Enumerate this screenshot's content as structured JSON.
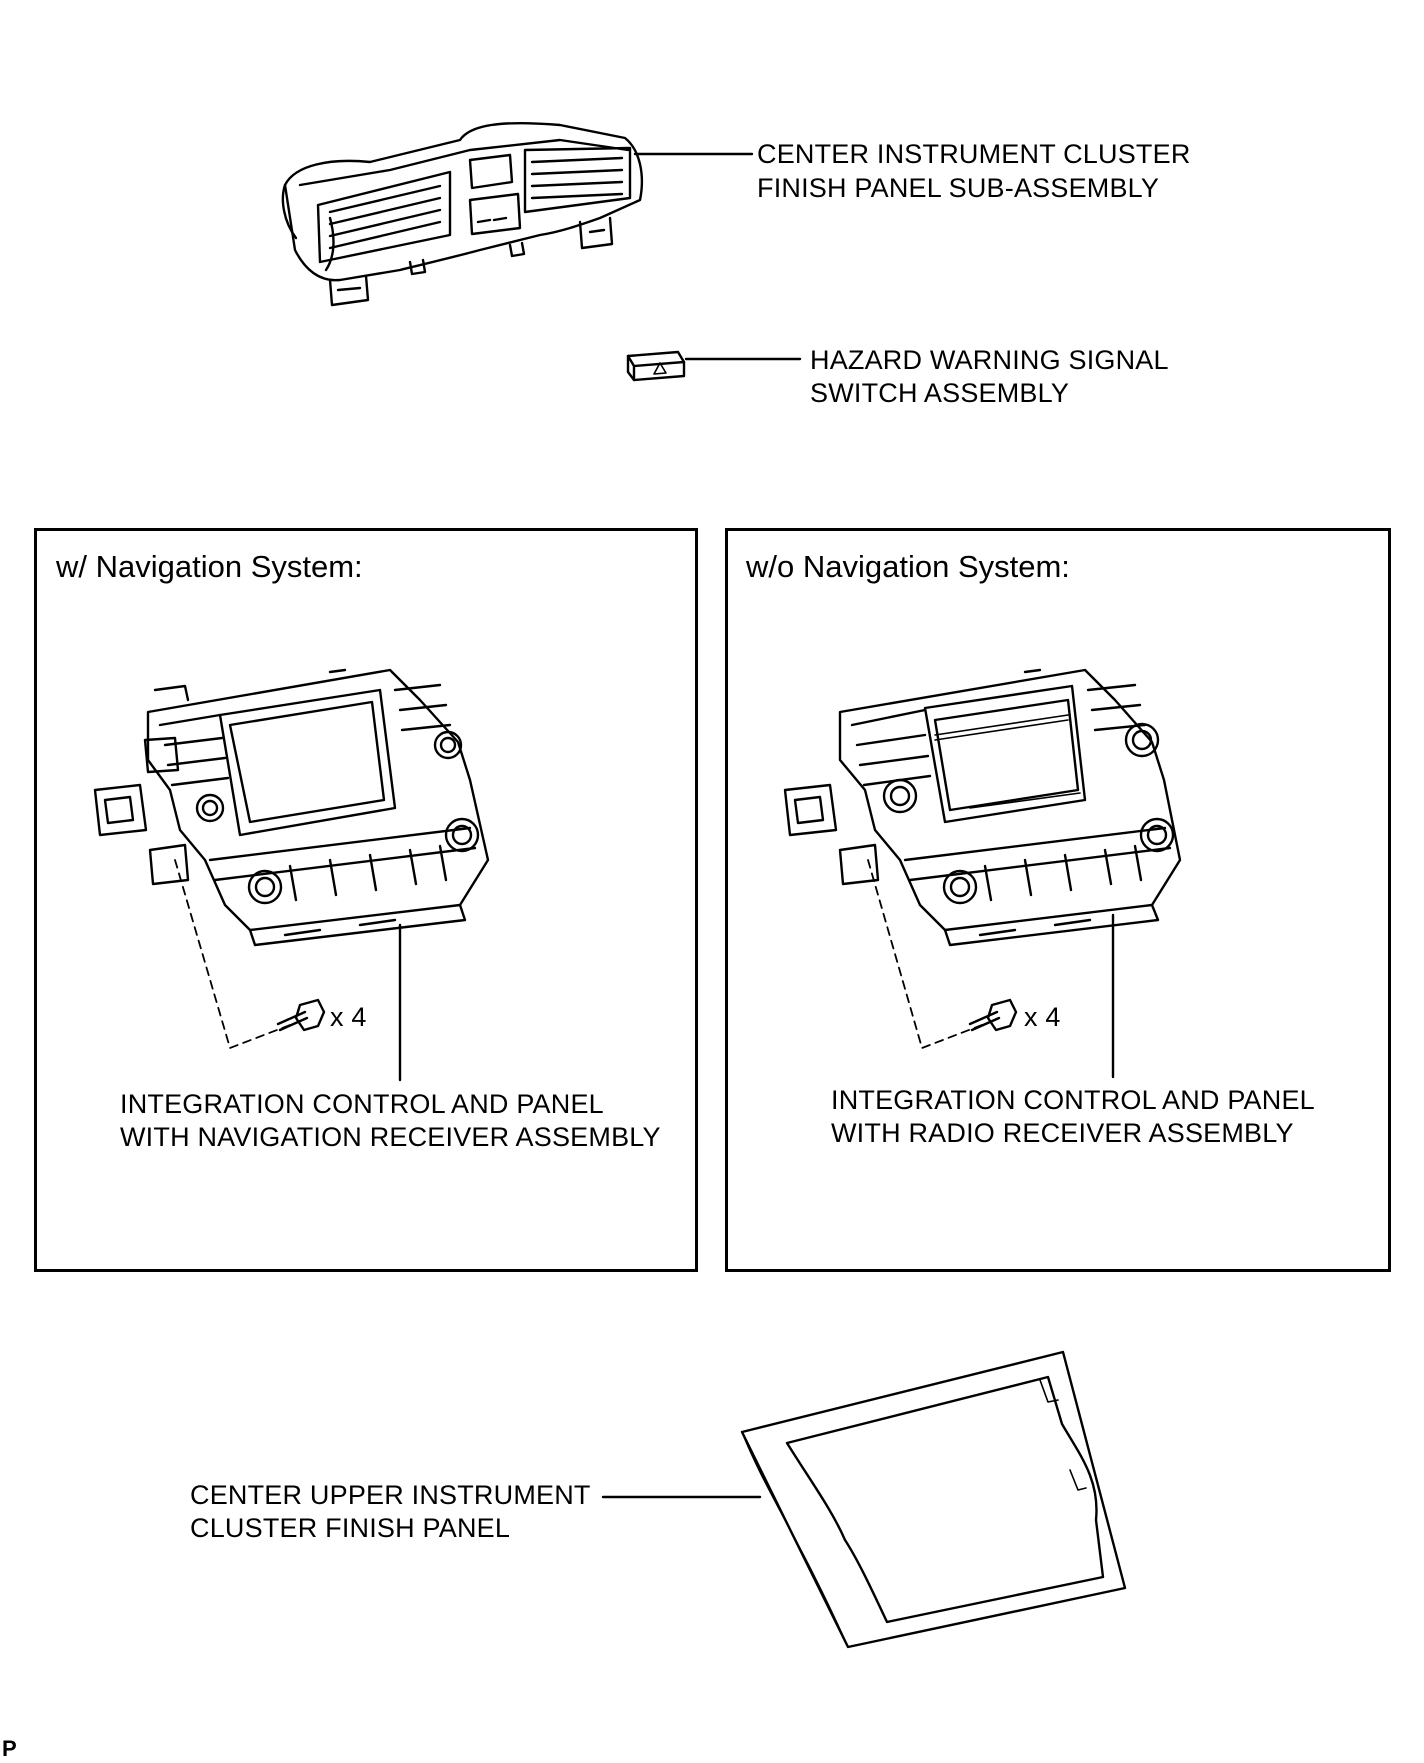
{
  "labels": {
    "center_cluster_line1": "CENTER INSTRUMENT CLUSTER",
    "center_cluster_line2": "FINISH PANEL SUB-ASSEMBLY",
    "hazard_line1": "HAZARD WARNING SIGNAL",
    "hazard_line2": "SWITCH ASSEMBLY",
    "nav_receiver_line1": "INTEGRATION CONTROL AND PANEL",
    "nav_receiver_line2": "WITH NAVIGATION RECEIVER ASSEMBLY",
    "radio_receiver_line1": "INTEGRATION CONTROL AND PANEL",
    "radio_receiver_line2": "WITH RADIO RECEIVER ASSEMBLY",
    "upper_panel_line1": "CENTER UPPER INSTRUMENT",
    "upper_panel_line2": "CLUSTER FINISH PANEL"
  },
  "boxes": {
    "left_title": "w/ Navigation System:",
    "right_title": "w/o Navigation System:"
  },
  "bolt_counts": {
    "left": "x 4",
    "right": "x 4"
  },
  "corner_mark": "P"
}
